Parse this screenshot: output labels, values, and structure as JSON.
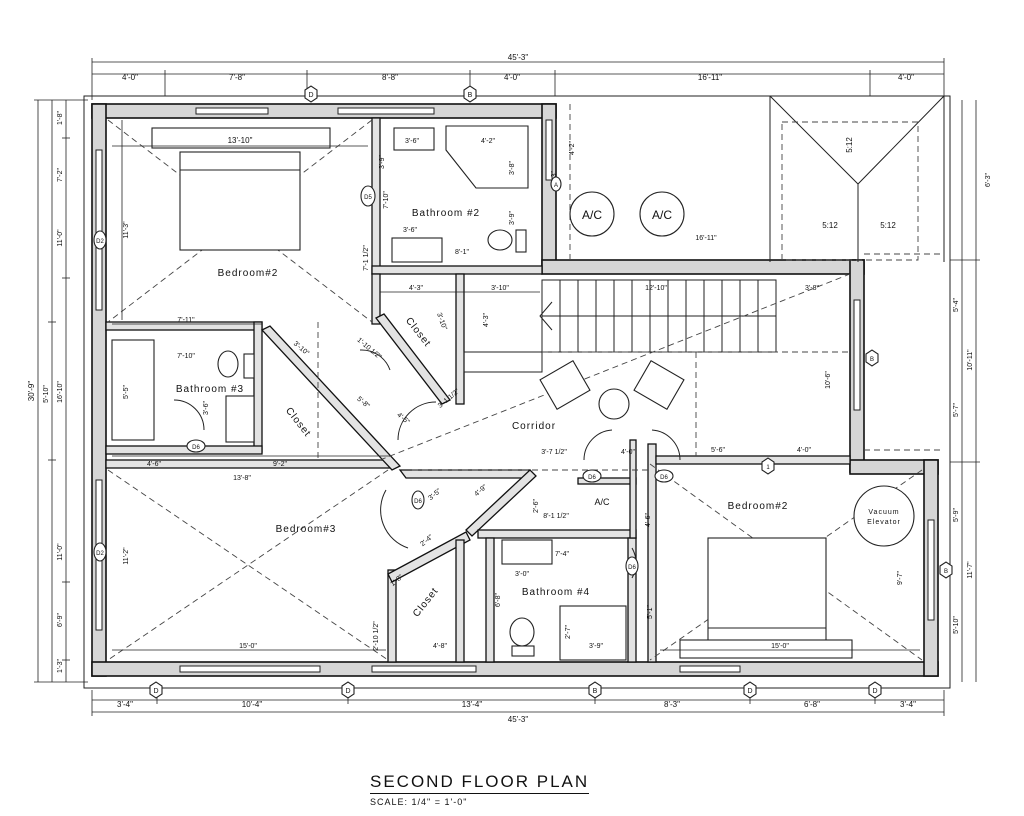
{
  "plan": {
    "title": "SECOND FLOOR PLAN",
    "scale": "SCALE: 1/4\" = 1'-0\""
  },
  "rooms": {
    "bedroom_nw": "Bedroom#2",
    "bath2": "Bathroom #2",
    "bath3": "Bathroom #3",
    "bedroom_sw": "Bedroom#3",
    "corridor": "Corridor",
    "bedroom_se": "Bedroom#2",
    "bath4": "Bathroom #4",
    "closet_a": "Closet",
    "closet_b": "Closet",
    "closet_c": "Closet",
    "ac_unit_1": "A/C",
    "ac_unit_2": "A/C",
    "ac_closet": "A/C",
    "elevator_line1": "Vacuum",
    "elevator_line2": "Elevator"
  },
  "dims": {
    "top_overall": "45'-3\"",
    "top_1": "4'-0\"",
    "top_2": "7'-8\"",
    "top_3": "8'-8\"",
    "top_4": "4'-0\"",
    "top_5": "16'-11\"",
    "top_6": "4'-0\"",
    "bottom_overall": "45'-3\"",
    "bottom_1": "3'-4\"",
    "bottom_2": "10'-4\"",
    "bottom_3": "13'-4\"",
    "bottom_4": "8'-3\"",
    "bottom_5": "6'-8\"",
    "bottom_6": "3'-4\"",
    "left_overall": "30'-9\"",
    "left_a": "1'-8\"",
    "left_b": "7'-2\"",
    "left_c": "11'-0\"",
    "left_d": "5'-10\"",
    "left_e": "16'-10\"",
    "left_f": "11'-0\"",
    "left_g": "6'-9\"",
    "left_h": "1'-3\"",
    "right_a": "6'-3\"",
    "right_b": "5'-4\"",
    "right_c": "10'-11\"",
    "right_d": "5'-7\"",
    "right_e": "5'-9\"",
    "right_f": "11'-7\"",
    "right_g": "5'-10\"",
    "bed_nw_w": "13'-10\"",
    "bed_nw_h": "11'-3\"",
    "d_3_6a": "3'-6\"",
    "d_4_2": "4'-2\"",
    "d_3_8": "3'-8\"",
    "d_3_9a": "3'-9\"",
    "d_7_10a": "7'-10\"",
    "d_3_6b": "3'-6\"",
    "d_8_1": "8'-1\"",
    "d_3_9b": "3'-9\"",
    "d_7_1_2": "7'-1 1/2\"",
    "d_4_2b": "4'-2\"",
    "d_6_3": "6'-3\"",
    "d_16_11": "16'-11\"",
    "roof_5_12a": "5:12",
    "roof_5_12b": "5:12",
    "roof_5_12c": "5:12",
    "d_4_3": "4'-3\"",
    "d_3_10a": "3'-10\"",
    "d_12_10": "12'-10\"",
    "d_3_8b": "3'-8\"",
    "d_4_3b": "4'-3\"",
    "d_3_10b": "3'-10\"",
    "d_7_11": "7'-11\"",
    "d_7_10b": "7'-10\"",
    "d_5_5": "5'-5\"",
    "d_3_6c": "3'-6\"",
    "d_3_10c": "3'-10\"",
    "d_1_10": "1'-10 1/2\"",
    "d_4_6": "4'-6\"",
    "d_9_2": "9'-2\"",
    "d_13_8": "13'-8\"",
    "d_5_8": "5'-8\"",
    "d_4_5": "4'-5\"",
    "d_3_1_2": "3'-1 1/2\"",
    "d_3_7_1_2": "3'-7 1/2\"",
    "d_4_0c": "4'-0\"",
    "d_5_6": "5'-6\"",
    "d_4_0d": "4'-0\"",
    "d_10_6": "10'-6\"",
    "d_2_6": "2'-6\"",
    "d_3_5": "3'-5\"",
    "d_4_9": "4'-9\"",
    "d_8_1_2": "8'-1 1/2\"",
    "d_4_6b": "4'-6\"",
    "d_11_2": "11'-2\"",
    "d_15_0a": "15'-0\"",
    "d_7_4": "7'-4\"",
    "d_3_0": "3'-0\"",
    "d_6_8": "6'-8\"",
    "d_4_8": "4'-8\"",
    "d_2_7": "2'-7\"",
    "d_3_9c": "3'-9\"",
    "d_5_1": "5'-1\"",
    "d_9_7": "9'-7\"",
    "d_15_0b": "15'-0\"",
    "d_1_8": "1'-8\"",
    "d_2_10": "2'-10 1/2\"",
    "d_2_4": "2'-4\""
  },
  "tags": {
    "door_d": "D",
    "door_d2": "D2",
    "door_d5": "D5",
    "door_d6": "D6",
    "window_b": "B",
    "window_a": "A",
    "marker_1": "1"
  }
}
